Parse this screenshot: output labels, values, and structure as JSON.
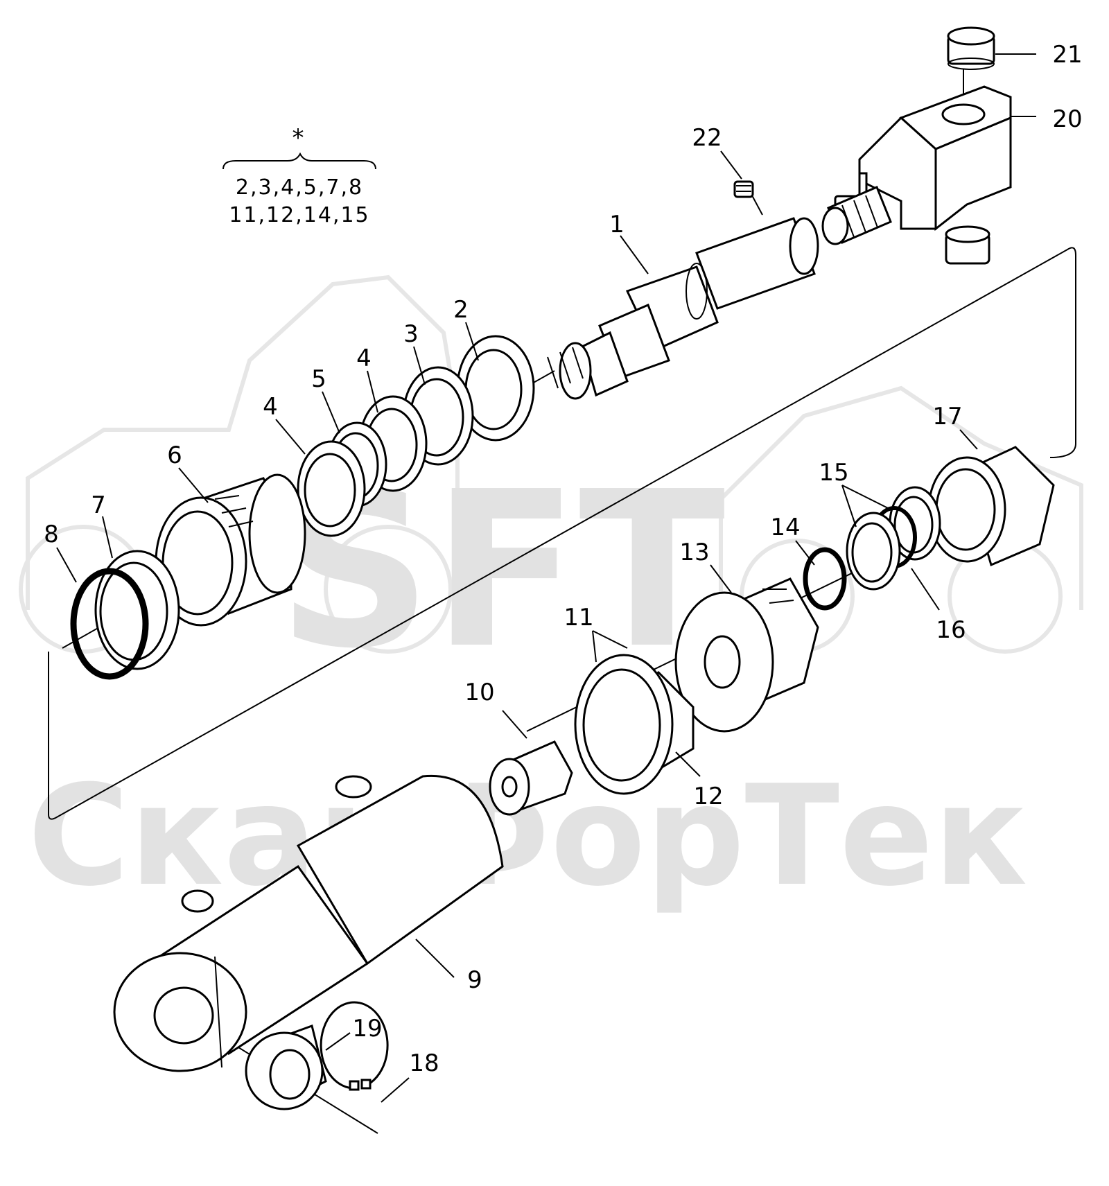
{
  "watermark": {
    "brand": "SFT",
    "company": "СканФорТек"
  },
  "kit": {
    "marker": "*",
    "line1": "2,3,4,5,7,8",
    "line2": "11,12,14,15"
  },
  "callouts": [
    {
      "id": "1",
      "text": "1"
    },
    {
      "id": "2",
      "text": "2"
    },
    {
      "id": "3",
      "text": "3"
    },
    {
      "id": "4a",
      "text": "4"
    },
    {
      "id": "4b",
      "text": "4"
    },
    {
      "id": "5",
      "text": "5"
    },
    {
      "id": "6",
      "text": "6"
    },
    {
      "id": "7",
      "text": "7"
    },
    {
      "id": "8",
      "text": "8"
    },
    {
      "id": "9",
      "text": "9"
    },
    {
      "id": "10",
      "text": "10"
    },
    {
      "id": "11",
      "text": "11"
    },
    {
      "id": "12",
      "text": "12"
    },
    {
      "id": "13",
      "text": "13"
    },
    {
      "id": "14",
      "text": "14"
    },
    {
      "id": "15",
      "text": "15"
    },
    {
      "id": "16",
      "text": "16"
    },
    {
      "id": "17",
      "text": "17"
    },
    {
      "id": "18",
      "text": "18"
    },
    {
      "id": "19",
      "text": "19"
    },
    {
      "id": "20",
      "text": "20"
    },
    {
      "id": "21",
      "text": "21"
    },
    {
      "id": "22",
      "text": "22"
    }
  ]
}
